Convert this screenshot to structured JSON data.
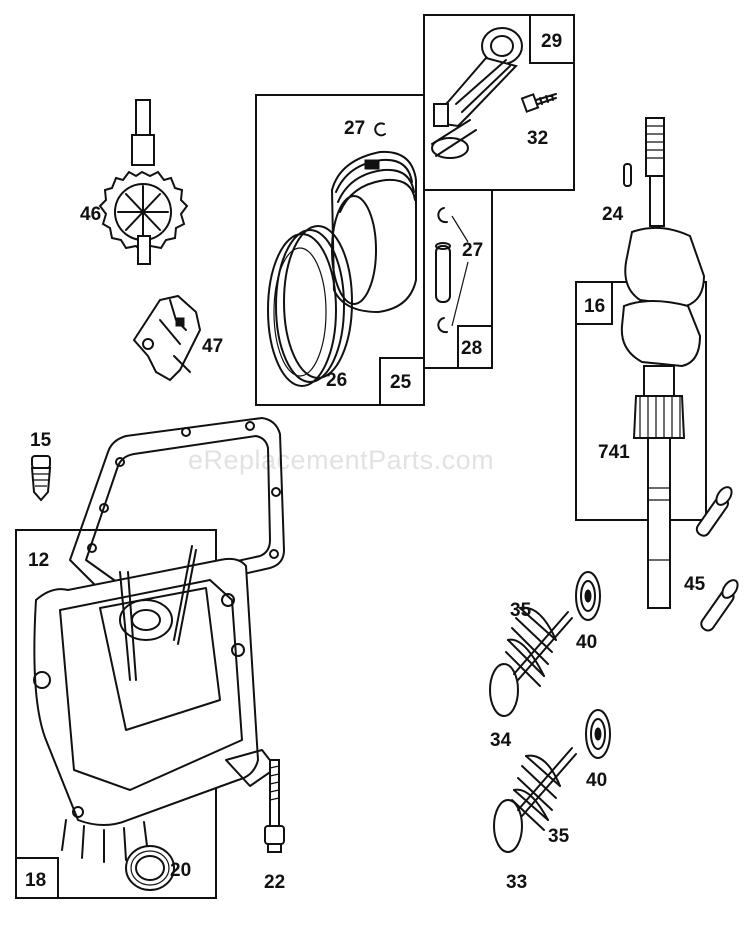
{
  "watermark": "eReplacementParts.com",
  "callouts": {
    "p46": "46",
    "p47": "47",
    "p27a": "27",
    "p26": "26",
    "p29": "29",
    "p32": "32",
    "p27b": "27",
    "p24": "24",
    "p741": "741",
    "p15": "15",
    "p12": "12",
    "p45": "45",
    "p35a": "35",
    "p40a": "40",
    "p34": "34",
    "p40b": "40",
    "p35b": "35",
    "p33": "33",
    "p20": "20",
    "p22": "22"
  },
  "boxes": {
    "b25": "25",
    "b28": "28",
    "b29": "29",
    "b16": "16",
    "b18": "18"
  }
}
